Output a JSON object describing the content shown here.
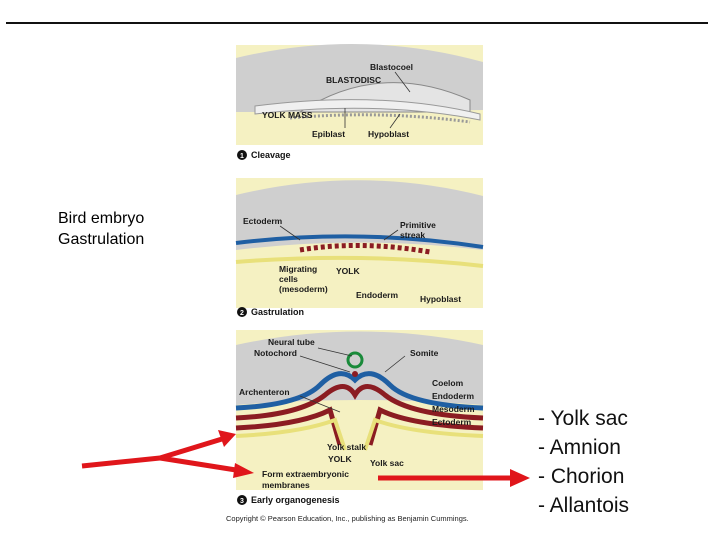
{
  "side_label": [
    "Bird embryo",
    "Gastrulation"
  ],
  "bullets": [
    "- Yolk sac",
    "- Amnion",
    "- Chorion",
    "- Allantois"
  ],
  "panel1": {
    "labels": {
      "blastocoel": "Blastocoel",
      "blastodisc": "BLASTODISC",
      "yolk_mass": "YOLK MASS",
      "epiblast": "Epiblast",
      "hypoblast": "Hypoblast"
    },
    "step_number": "1",
    "caption": "Cleavage"
  },
  "panel2": {
    "labels": {
      "ectoderm": "Ectoderm",
      "primitive_streak_1": "Primitive",
      "primitive_streak_2": "streak",
      "migrating_1": "Migrating",
      "migrating_2": "cells",
      "migrating_3": "(mesoderm)",
      "yolk": "YOLK",
      "endoderm": "Endoderm",
      "hypoblast": "Hypoblast"
    },
    "step_number": "2",
    "caption": "Gastrulation"
  },
  "panel3": {
    "labels": {
      "neural_tube": "Neural tube",
      "notochord": "Notochord",
      "somite": "Somite",
      "archenteron": "Archenteron",
      "coelom": "Coelom",
      "endoderm": "Endoderm",
      "mesoderm": "Mesoderm",
      "ectoderm": "Ectoderm",
      "yolk_stalk": "Yolk stalk",
      "yolk": "YOLK",
      "yolk_sac": "Yolk sac",
      "extra_1": "Form extraembryonic",
      "extra_2": "membranes"
    },
    "step_number": "3",
    "caption": "Early organogenesis"
  },
  "copyright": "Copyright © Pearson Education, Inc., publishing as Benjamin Cummings.",
  "colors": {
    "arrow": "#e0161b",
    "yolk": "#f5f1c2",
    "gray": "#c9c9c9",
    "blue": "#1f5fa3",
    "mesoderm": "#8b1c22",
    "endoderm": "#e8e07a"
  }
}
